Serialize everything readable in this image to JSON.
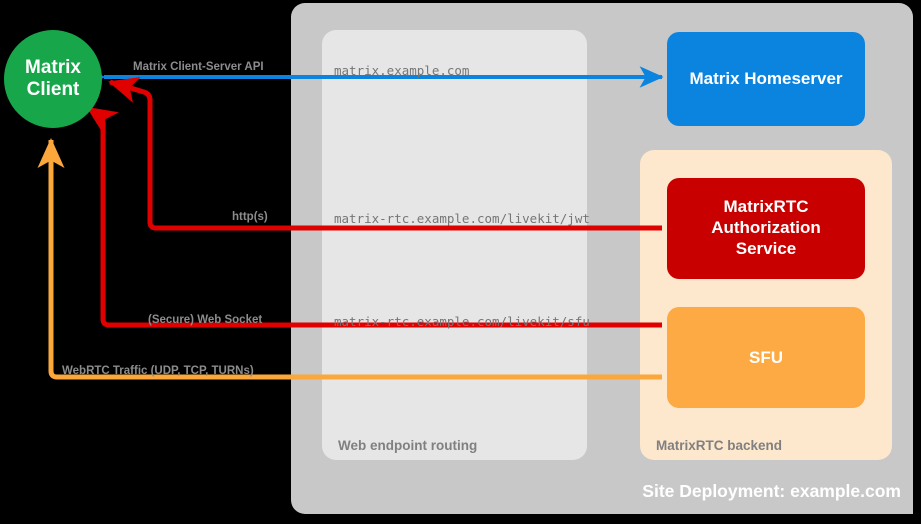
{
  "diagram": {
    "title": "Site Deployment: example.com",
    "containers": {
      "site_deployment": {
        "label": "Site Deployment: example.com",
        "color": "#c8c8c8"
      },
      "web_routing": {
        "label": "Web endpoint routing",
        "color": "#e6e6e6"
      },
      "rtc_backend": {
        "label": "MatrixRTC backend",
        "color": "#fde7cd"
      }
    },
    "nodes": {
      "client": {
        "line1": "Matrix",
        "line2": "Client",
        "color": "#17a74a"
      },
      "homeserver": {
        "label": "Matrix Homeserver",
        "color": "#0b84e0"
      },
      "auth_service": {
        "line1": "MatrixRTC",
        "line2": "Authorization",
        "line3": "Service",
        "color": "#c90000"
      },
      "sfu": {
        "label": "SFU",
        "color": "#fda944"
      }
    },
    "edges": [
      {
        "name": "client-server-api",
        "label": "Matrix Client-Server API",
        "url": "matrix.example.com",
        "color": "#0b84e0",
        "direction": "to-client"
      },
      {
        "name": "authorization-http",
        "label": "http(s)",
        "url": "matrix-rtc.example.com/livekit/jwt",
        "color": "#e00000",
        "direction": "to-client"
      },
      {
        "name": "sfu-websocket",
        "label": "(Secure) Web Socket",
        "url": "matrix-rtc.example.com/livekit/sfu",
        "color": "#e00000",
        "direction": "to-client"
      },
      {
        "name": "webrtc-traffic",
        "label": "WebRTC Traffic (UDP, TCP, TURNs)",
        "url": "",
        "color": "#fba73c",
        "direction": "to-client"
      }
    ]
  }
}
